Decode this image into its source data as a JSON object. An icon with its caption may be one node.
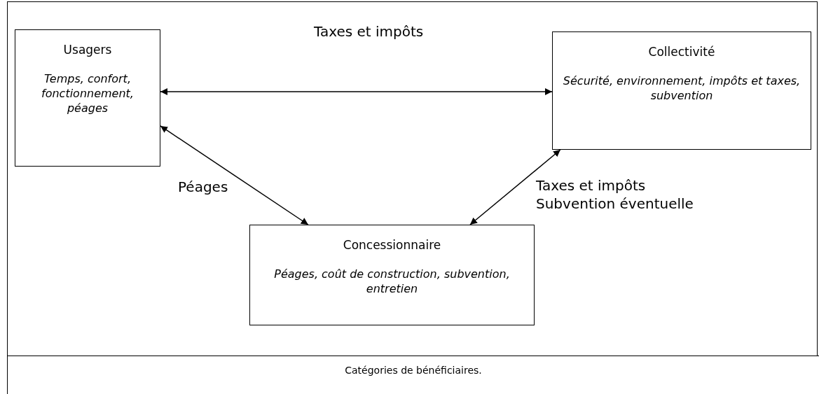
{
  "diagram": {
    "caption": "Catégories de bénéficiaires.",
    "nodes": [
      {
        "text": [
          "Usagers",
          "Temps, confort, fonctionnement, péages"
        ]
      },
      {
        "text": [
          "Collectivité",
          "Sécurité, environnement, impôts et taxes, subvention"
        ]
      },
      {
        "text": [
          "Concessionnaire",
          "Péages, coût de construction, subvention, entretien"
        ]
      }
    ],
    "edges": [
      {
        "from": 0,
        "to": 1,
        "arrow": "both",
        "label": "Taxes et impôts"
      },
      {
        "from": 0,
        "to": 2,
        "arrow": "both",
        "label": "Péages"
      },
      {
        "from": 1,
        "to": 2,
        "arrow": "both",
        "label": "Taxes et impôts Subvention éventuelle"
      }
    ]
  }
}
